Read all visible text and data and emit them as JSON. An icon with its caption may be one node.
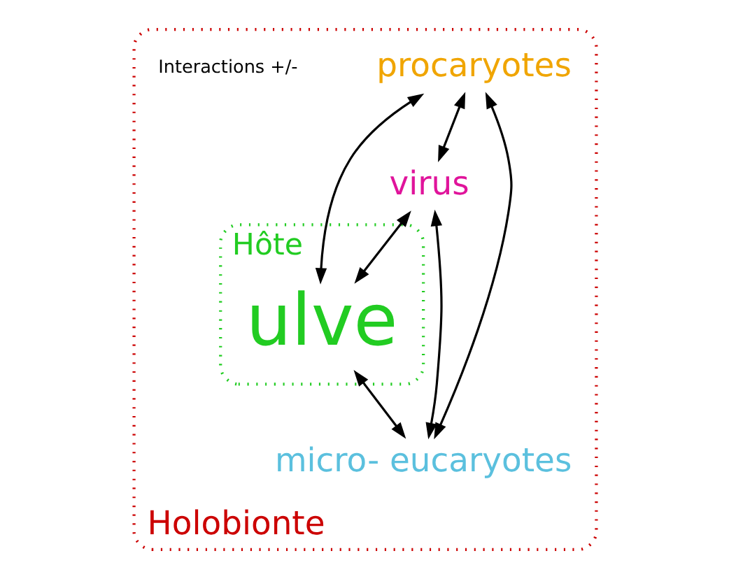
{
  "diagram": {
    "nodes": [
      {
        "text": [
          "Holobionte"
        ]
      },
      {
        "text": [
          "Hôte"
        ],
        "in": 0
      },
      {
        "text": [
          "ulve"
        ],
        "in": 1
      },
      {
        "text": [
          "procaryotes"
        ],
        "in": 0
      },
      {
        "text": [
          "virus"
        ],
        "in": 0
      },
      {
        "text": [
          "micro- eucaryotes"
        ],
        "in": 0
      }
    ],
    "edges": [
      {
        "from": 3,
        "to": 2,
        "arrow": "both"
      },
      {
        "from": 3,
        "to": 4,
        "arrow": "both"
      },
      {
        "from": 3,
        "to": 5,
        "arrow": "both"
      },
      {
        "from": 4,
        "to": 2,
        "arrow": "both"
      },
      {
        "from": 4,
        "to": 5,
        "arrow": "both"
      },
      {
        "from": 2,
        "to": 5,
        "arrow": "both"
      }
    ],
    "labels": [
      "Interactions +/-"
    ]
  }
}
